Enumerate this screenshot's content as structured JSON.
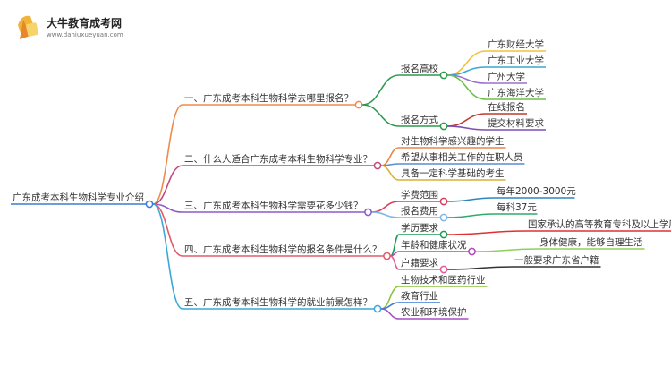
{
  "logo": {
    "title": "大牛教育成考网",
    "url": "www.daniuxueyuan.com",
    "brand_color": "#e8a32a"
  },
  "root": {
    "label": "广东成考本科生物科学专业介绍"
  },
  "branches": [
    {
      "label": "一、广东成考本科生物科学去哪里报名？",
      "color": "#f08a4b",
      "children": [
        {
          "label": "报名高校",
          "color": "#2e9a4e",
          "children": [
            {
              "label": "广东财经大学",
              "color": "#f0c23a"
            },
            {
              "label": "广东工业大学",
              "color": "#3aa7d6"
            },
            {
              "label": "广州大学",
              "color": "#9b6fd0"
            },
            {
              "label": "广东海洋大学",
              "color": "#6cc04a"
            }
          ]
        },
        {
          "label": "报名方式",
          "color": "#2e9a4e",
          "children": [
            {
              "label": "在线报名",
              "color": "#c0392b"
            },
            {
              "label": "提交材料要求",
              "color": "#7d4fb5"
            }
          ]
        }
      ]
    },
    {
      "label": "二、什么人适合广东成考本科生物科学专业？",
      "color": "#c04b7b",
      "children": [
        {
          "label": "对生物科学感兴趣的学生",
          "color": "#e8864a"
        },
        {
          "label": "希望从事相关工作的在职人员",
          "color": "#5a8bd6"
        },
        {
          "label": "具备一定科学基础的考生",
          "color": "#d8b23a"
        }
      ]
    },
    {
      "label": "三、广东成考本科生物科学需要花多少钱？",
      "color": "#8e5ac8",
      "children": [
        {
          "label": "学费范围",
          "color": "#d8405a",
          "children": [
            {
              "label": "每年2000-3000元",
              "color": "#2e86c1"
            }
          ]
        },
        {
          "label": "报名费用",
          "color": "#7fb8e8",
          "children": [
            {
              "label": "每科37元",
              "color": "#2eaa6a"
            }
          ]
        }
      ]
    },
    {
      "label": "四、广东成考本科生物科学的报名条件是什么？",
      "color": "#e05a6a",
      "children": [
        {
          "label": "学历要求",
          "color": "#1d9a58",
          "children": [
            {
              "label": "国家承认的高等教育专科及以上学历",
              "color": "#e03030"
            }
          ]
        },
        {
          "label": "年龄和健康状况",
          "color": "#b048b8",
          "children": [
            {
              "label": "身体健康，能够自理生活",
              "color": "#8fcf5a"
            }
          ]
        },
        {
          "label": "户籍要求",
          "color": "#e35b9a",
          "children": [
            {
              "label": "一般要求广东省户籍",
              "color": "#333333"
            }
          ]
        }
      ]
    },
    {
      "label": "五、广东成考本科生物科学的就业前景怎样？",
      "color": "#3aa8d8",
      "children": [
        {
          "label": "生物技术和医药行业",
          "color": "#8ac43a"
        },
        {
          "label": "教育行业",
          "color": "#3a7bd5"
        },
        {
          "label": "农业和环境保护",
          "color": "#a64fc4"
        }
      ]
    }
  ]
}
